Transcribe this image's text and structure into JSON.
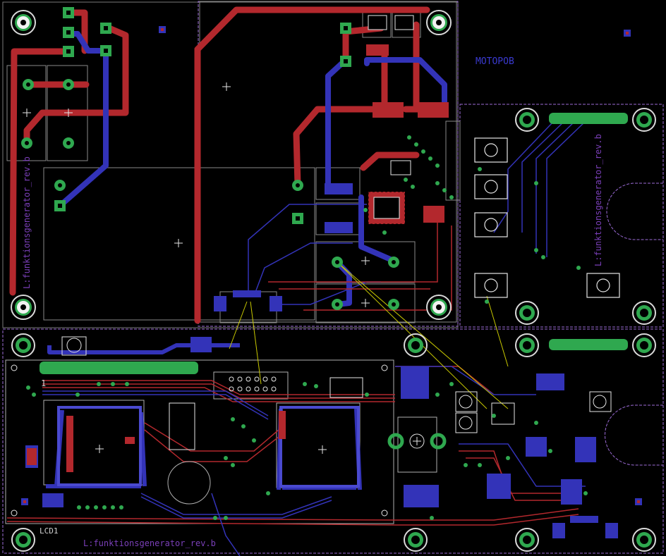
{
  "labels": {
    "motor_text": "МОТОРОВ",
    "silk_rev_right": "L:funktionsgenerator_rev.b",
    "silk_rev_left": "L:funktionsgenerator_rev.b",
    "silk_rev_bottom": "L:funktionsgenerator_rev.b",
    "lcd_ref": "LCD1",
    "pin_one": "1"
  },
  "colors": {
    "background": "#000000",
    "top_copper": "#b3282d",
    "bottom_copper": "#3333b8",
    "silkscreen": "#d9d9d9",
    "dimension": "#9b6bd6",
    "pad_green": "#2fa84f",
    "airwire": "#c8c800"
  },
  "icons": [
    "mounting-hole-icon",
    "via-icon",
    "pad-icon",
    "origin-cross-icon"
  ]
}
